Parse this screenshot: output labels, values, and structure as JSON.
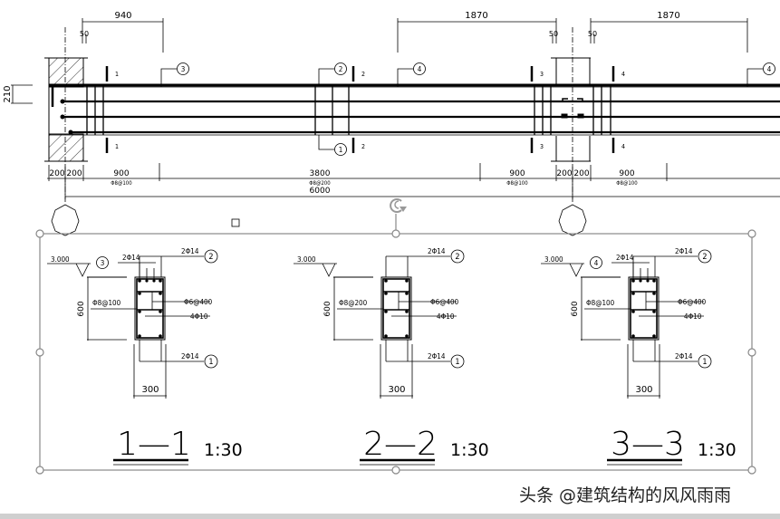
{
  "drawing": {
    "elevation": {
      "top_dims": [
        {
          "id": "d940",
          "label": "940"
        },
        {
          "id": "d1870a",
          "label": "1870"
        },
        {
          "id": "d1870b",
          "label": "1870"
        },
        {
          "id": "d50a",
          "label": "50"
        },
        {
          "id": "d50b",
          "label": "50"
        },
        {
          "id": "d50c",
          "label": "50"
        }
      ],
      "left_dim": "210",
      "bottom_dims": {
        "w200a": "200",
        "w200b": "200",
        "s900a": "900",
        "s900a_note": "Φ8@100",
        "s3800": "3800",
        "s3800_note": "Φ8@200",
        "s900b": "900",
        "s900b_note": "Φ8@100",
        "w200c": "200",
        "w200d": "200",
        "s900c": "900",
        "s900c_note": "Φ8@100",
        "total": "6000"
      },
      "section_marks": [
        "1",
        "2",
        "3",
        "4"
      ],
      "rebar_callouts": [
        "1",
        "2",
        "3",
        "4"
      ]
    },
    "sections": [
      {
        "title": "1—1",
        "scale": "1:30",
        "elev": "3.000",
        "height": "600",
        "width": "300",
        "top_bar_tag": "3",
        "top_bar": "2Φ14",
        "top_corner": "2Φ14",
        "top_corner_tag": "2",
        "stirrup": "Φ8@100",
        "tie": "Φ6@400",
        "side_bars": "4Φ10",
        "bottom": "2Φ14",
        "bottom_tag": "1"
      },
      {
        "title": "2—2",
        "scale": "1:30",
        "elev": "3.000",
        "height": "600",
        "width": "300",
        "top_bar_tag": "",
        "top_bar": "",
        "top_corner": "2Φ14",
        "top_corner_tag": "2",
        "stirrup": "Φ8@200",
        "tie": "Φ6@400",
        "side_bars": "4Φ10",
        "bottom": "2Φ14",
        "bottom_tag": "1"
      },
      {
        "title": "3—3",
        "scale": "1:30",
        "elev": "3.000",
        "height": "600",
        "width": "300",
        "top_bar_tag": "4",
        "top_bar": "2Φ14",
        "top_corner": "2Φ14",
        "top_corner_tag": "2",
        "stirrup": "Φ8@100",
        "tie": "Φ6@400",
        "side_bars": "4Φ10",
        "bottom": "2Φ14",
        "bottom_tag": "1"
      }
    ]
  },
  "watermark": "头条 @建筑结构的风风雨雨",
  "selection": {
    "handles": 8,
    "rotate_handle": "rotate-icon"
  }
}
